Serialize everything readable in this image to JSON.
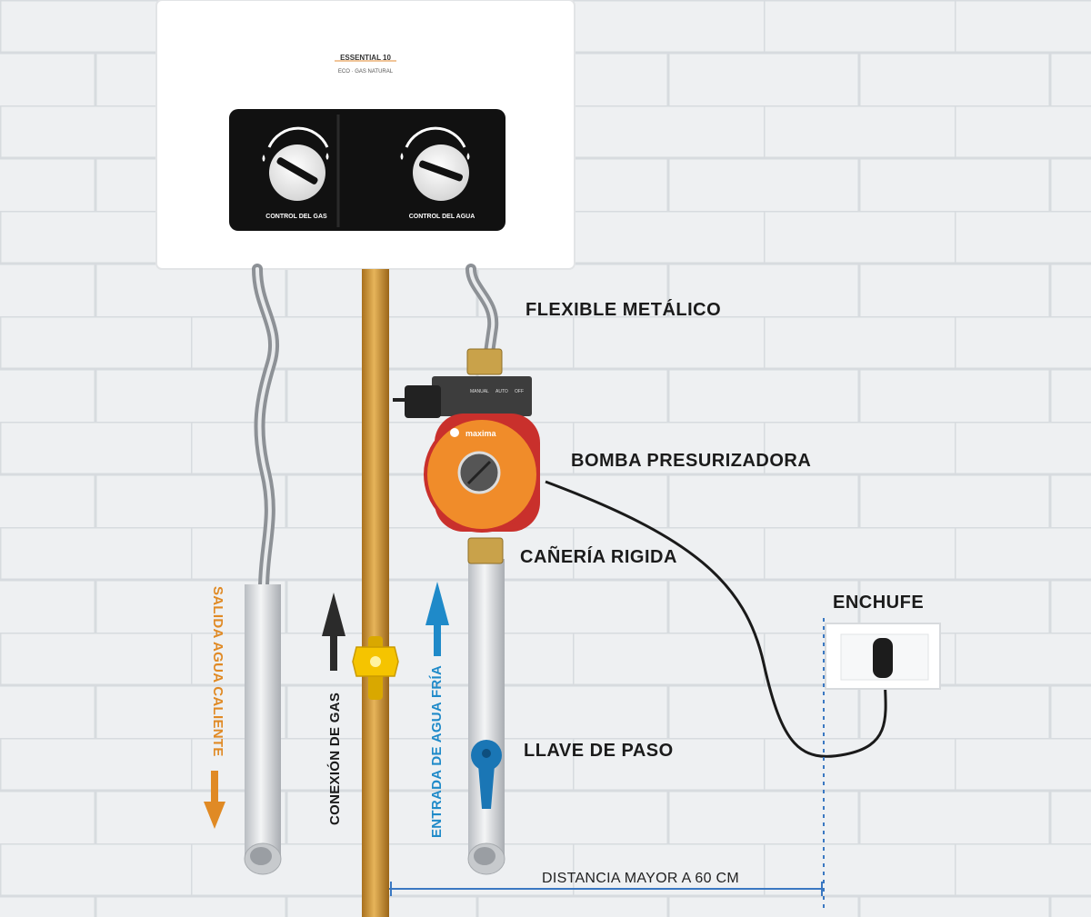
{
  "heater": {
    "brand": "ESSENTIAL 10",
    "subtitle": "ECO · GAS NATURAL",
    "gas_control_label": "CONTROL DEL GAS",
    "water_control_label": "CONTROL DEL AGUA"
  },
  "pump": {
    "brand": "maxima",
    "switch_labels": [
      "MANUAL",
      "AUTO",
      "OFF"
    ]
  },
  "labels": {
    "flexible": "FLEXIBLE METÁLICO",
    "bomba": "BOMBA PRESURIZADORA",
    "caneria": "CAÑERÍA RIGIDA",
    "enchufe": "ENCHUFE",
    "llave": "LLAVE DE PASO",
    "distancia": "DISTANCIA MAYOR A 60 CM",
    "salida": "SALIDA AGUA CALIENTE",
    "gas": "CONEXIÓN DE GAS",
    "entrada": "ENTRADA DE AGUA FRÍA"
  },
  "colors": {
    "hot": "#e08a25",
    "cold": "#1f8ac9",
    "gas_pipe": "#c98c32",
    "gas_arrow": "#2b2b2b",
    "pump_orange": "#f08c2a",
    "pump_red": "#c9302c",
    "valve_yellow": "#f5c400",
    "valve_blue": "#1a76b5",
    "panel": "#111111",
    "dashed": "#3a78c2"
  }
}
